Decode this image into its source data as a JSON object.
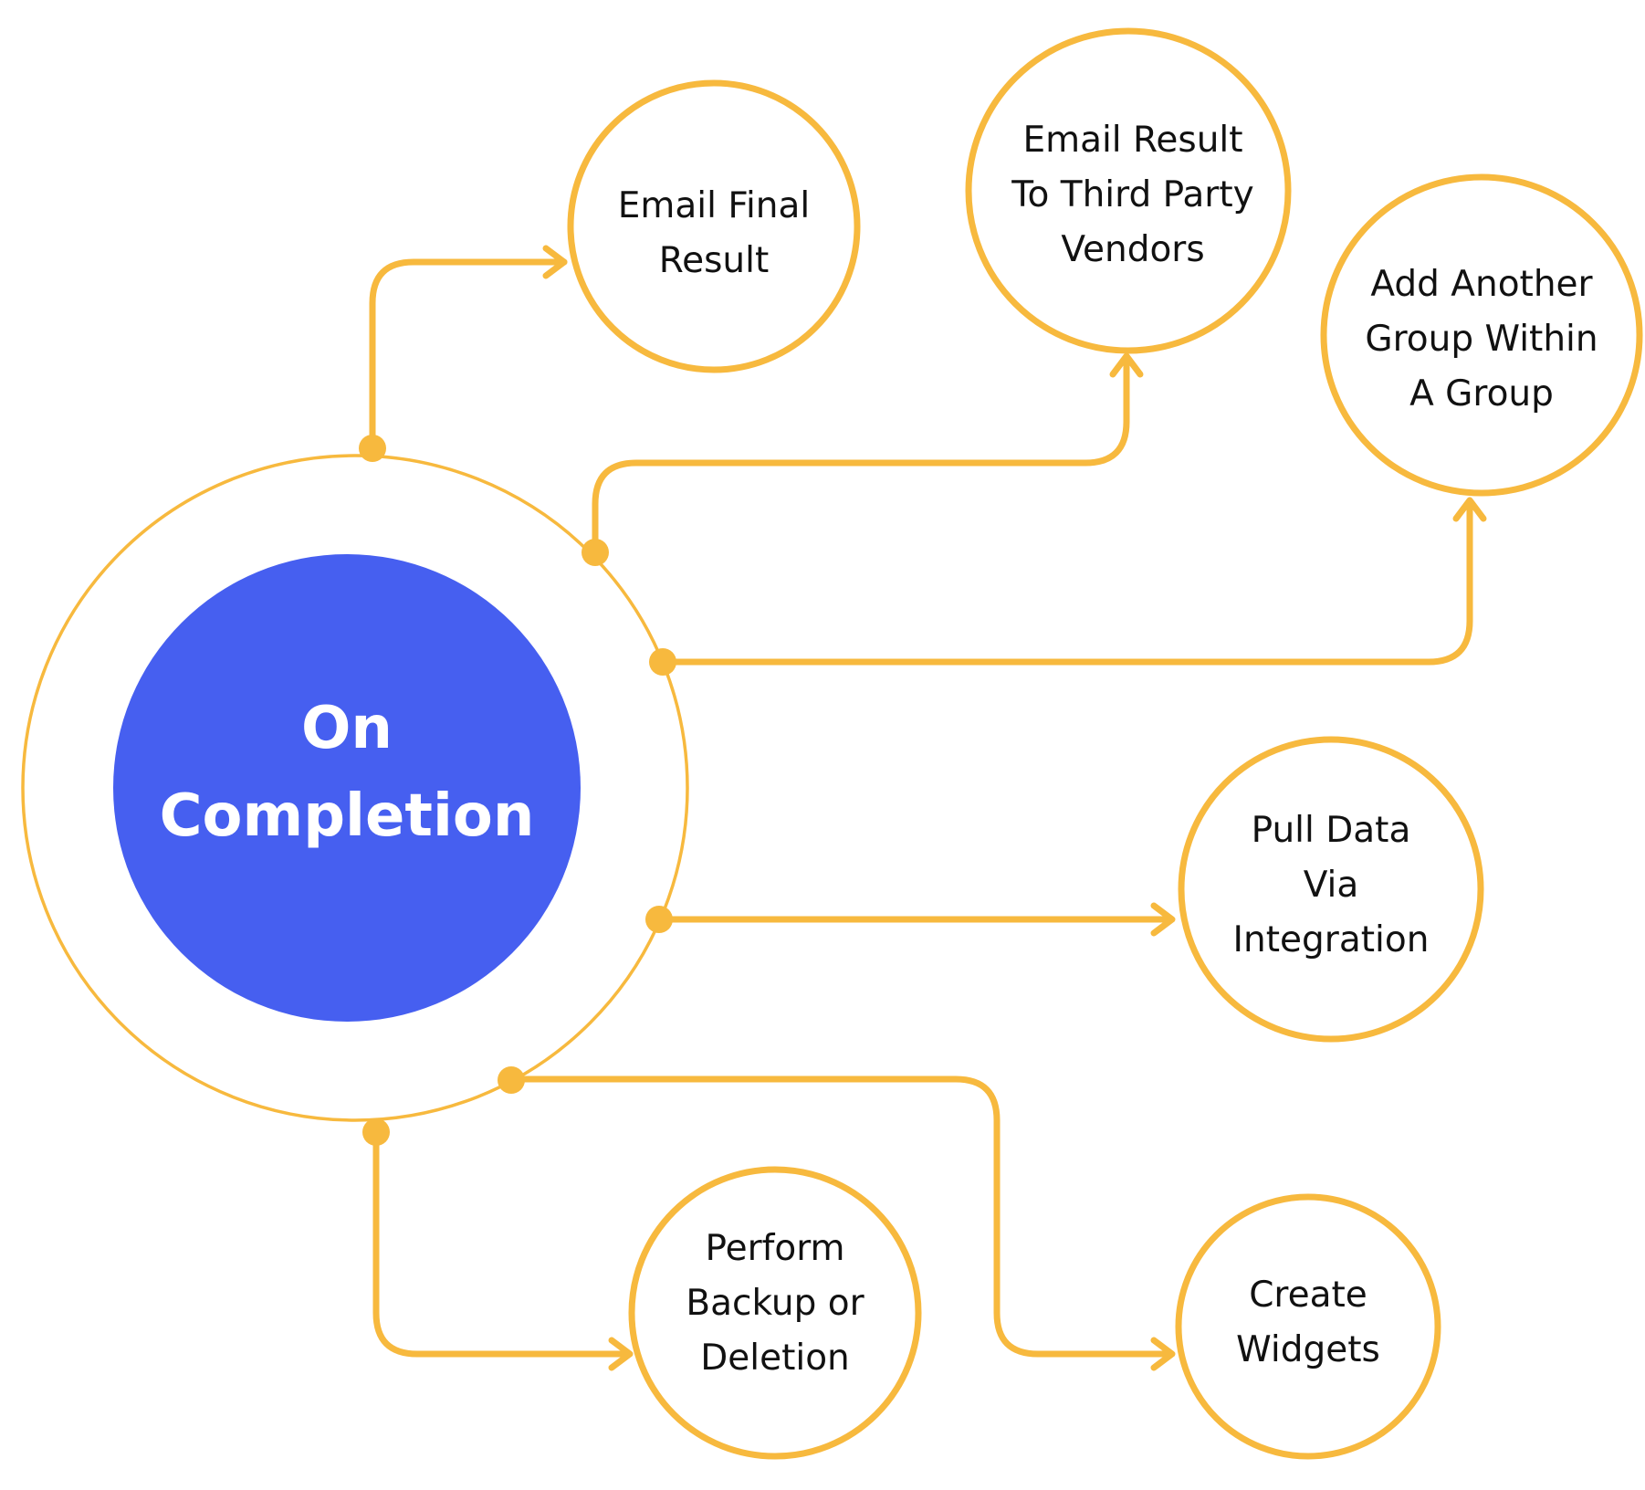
{
  "diagram": {
    "center": {
      "lines": [
        "On",
        "Completion"
      ]
    },
    "outcomes": [
      {
        "id": "email-final-result",
        "lines": [
          "Email Final",
          "Result"
        ]
      },
      {
        "id": "email-third-party",
        "lines": [
          "Email Result",
          "To Third Party",
          "Vendors"
        ]
      },
      {
        "id": "add-another-group",
        "lines": [
          "Add Another",
          "Group Within",
          "A Group"
        ]
      },
      {
        "id": "pull-data",
        "lines": [
          "Pull Data",
          "Via",
          "Integration"
        ]
      },
      {
        "id": "backup-deletion",
        "lines": [
          "Perform",
          "Backup or",
          "Deletion"
        ]
      },
      {
        "id": "create-widgets",
        "lines": [
          "Create",
          "Widgets"
        ]
      }
    ]
  },
  "colors": {
    "accent": "#f7b93e",
    "hub": "#465ff0",
    "hub_text": "#ffffff",
    "label_text": "#111111",
    "background": "#ffffff"
  }
}
